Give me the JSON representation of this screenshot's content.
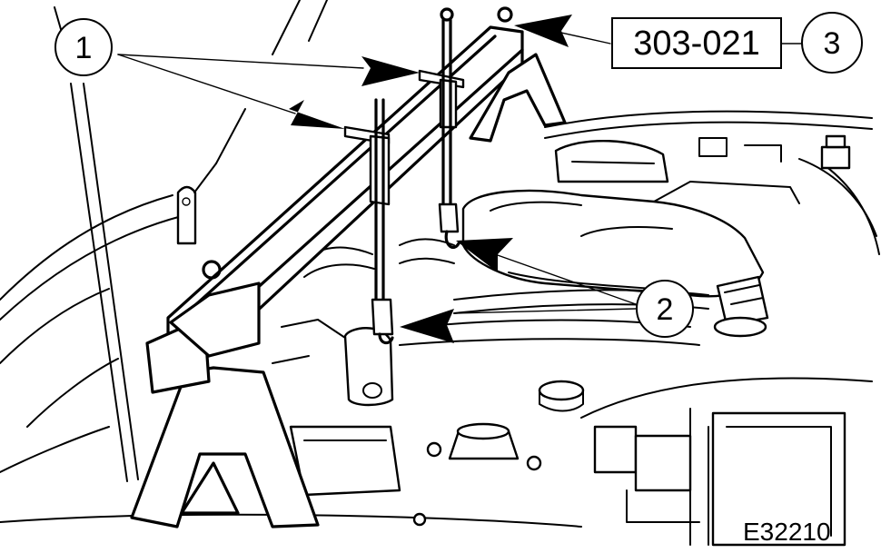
{
  "callouts": [
    {
      "id": "callout-1",
      "number": "1"
    },
    {
      "id": "callout-2",
      "number": "2"
    },
    {
      "id": "callout-3",
      "number": "3"
    }
  ],
  "tool_code": "303-021",
  "figure_id": "E32210",
  "colors": {
    "line": "#000000",
    "background": "#ffffff"
  }
}
